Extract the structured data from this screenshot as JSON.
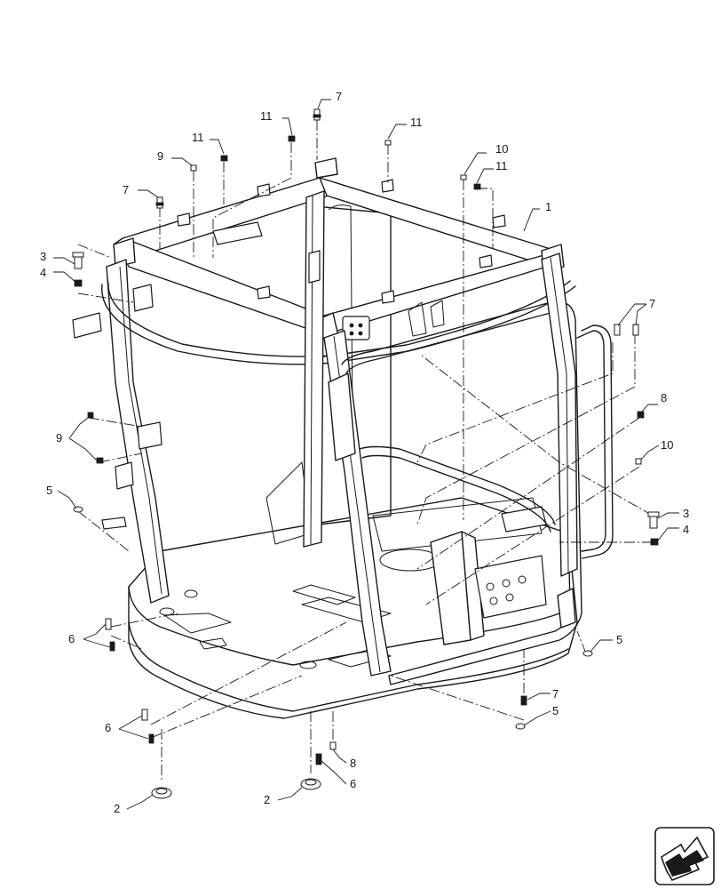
{
  "diagram": {
    "callouts": [
      {
        "id": "c1",
        "label": "1"
      },
      {
        "id": "c2a",
        "label": "2"
      },
      {
        "id": "c2b",
        "label": "2"
      },
      {
        "id": "c3a",
        "label": "3"
      },
      {
        "id": "c3b",
        "label": "3"
      },
      {
        "id": "c4a",
        "label": "4"
      },
      {
        "id": "c4b",
        "label": "4"
      },
      {
        "id": "c5a",
        "label": "5"
      },
      {
        "id": "c5b",
        "label": "5"
      },
      {
        "id": "c5c",
        "label": "5"
      },
      {
        "id": "c6a",
        "label": "6"
      },
      {
        "id": "c6b",
        "label": "6"
      },
      {
        "id": "c6c",
        "label": "6"
      },
      {
        "id": "c7a",
        "label": "7"
      },
      {
        "id": "c7b",
        "label": "7"
      },
      {
        "id": "c7c",
        "label": "7"
      },
      {
        "id": "c7d",
        "label": "7"
      },
      {
        "id": "c8a",
        "label": "8"
      },
      {
        "id": "c8b",
        "label": "8"
      },
      {
        "id": "c9a",
        "label": "9"
      },
      {
        "id": "c9b",
        "label": "9"
      },
      {
        "id": "c10a",
        "label": "10"
      },
      {
        "id": "c10b",
        "label": "10"
      },
      {
        "id": "c11a",
        "label": "11"
      },
      {
        "id": "c11b",
        "label": "11"
      },
      {
        "id": "c11c",
        "label": "11"
      },
      {
        "id": "c11d",
        "label": "11"
      }
    ]
  },
  "icons": {
    "nav_arrow": "next-page-arrow-icon"
  },
  "colors": {
    "line": "#1a1a1a",
    "background": "#ffffff"
  }
}
